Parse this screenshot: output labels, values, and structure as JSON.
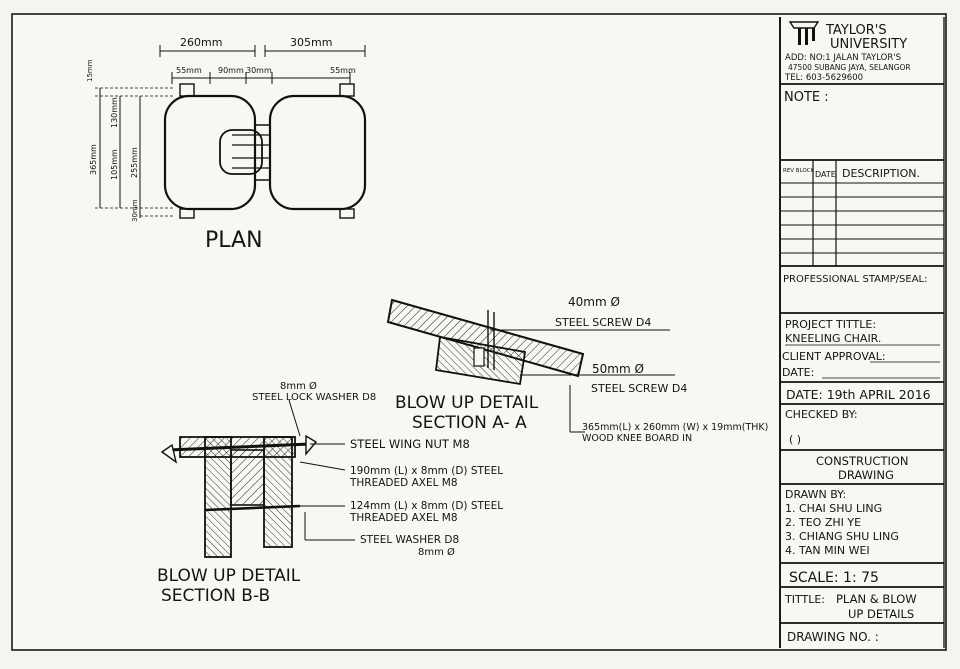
{
  "plan": {
    "title": "PLAN",
    "dims": {
      "w260": "260mm",
      "w305": "305mm",
      "w55a": "55mm",
      "w90": "90mm",
      "w30": "30mm",
      "w55b": "55mm",
      "h15": "15mm",
      "h130": "130mm",
      "h365": "365mm",
      "h105": "105mm",
      "h255": "255mm",
      "h30": "30mm"
    }
  },
  "section_aa": {
    "title_line1": "BLOW UP DETAIL",
    "title_line2": "SECTION  A- A",
    "label_screw40_dia": "40mm Ø",
    "label_screw40": "STEEL SCREW D4",
    "label_screw50_dia": "50mm Ø",
    "label_screw50": "STEEL SCREW D4",
    "label_board_line1": "365mm(L) x 260mm (W) x 19mm(THK)",
    "label_board_line2": "WOOD KNEE BOARD  IN"
  },
  "section_bb": {
    "title_line1": "BLOW UP DETAIL",
    "title_line2": "SECTION  B-B",
    "label_lockwasher_dia": "8mm Ø",
    "label_lockwasher": "STEEL LOCK WASHER D8",
    "label_wingnut": "STEEL WING NUT M8",
    "label_axel190_line1": "190mm (L) x 8mm (D)  STEEL",
    "label_axel190_line2": "THREADED AXEL M8",
    "label_axel124_line1": "124mm  (L) x 8mm  (D)  STEEL",
    "label_axel124_line2": "THREADED AXEL M8",
    "label_washer": "STEEL WASHER D8",
    "label_washer_dia": "8mm Ø"
  },
  "title_block": {
    "university_line1": "TAYLOR'S",
    "university_line2": "UNIVERSITY",
    "address_line1": "ADD: NO:1 JALAN TAYLOR'S",
    "address_line2": "47500 SUBANG JAYA, SELANGOR",
    "address_line3": "TEL: 603-5629600",
    "note": "NOTE :",
    "rev_block": "REV BLOCK",
    "date_col": "DATE",
    "description": "DESCRIPTION.",
    "stamp": "PROFESSIONAL STAMP/SEAL:",
    "project_label": "PROJECT  TITTLE:",
    "project_value": "KNEELING  CHAIR.",
    "client": "CLIENT APPROVAL:",
    "date_label": "DATE:",
    "date_full": "DATE: 19th  APRIL 2016",
    "checked": "CHECKED BY:",
    "checked_paren": "(                              )",
    "construction_line1": "CONSTRUCTION",
    "construction_line2": "DRAWING",
    "drawn_label": "DRAWN  BY:",
    "drawers": [
      "1. CHAI  SHU  LING",
      "2. TEO  ZHI  YE",
      "3. CHIANG  SHU LING",
      "4. TAN  MIN  WEI"
    ],
    "scale": "SCALE:  1: 75",
    "title_label": "TITTLE:",
    "title_line1": "PLAN  &  BLOW",
    "title_line2": "UP  DETAILS",
    "drawing_no": "DRAWING  NO. :"
  }
}
